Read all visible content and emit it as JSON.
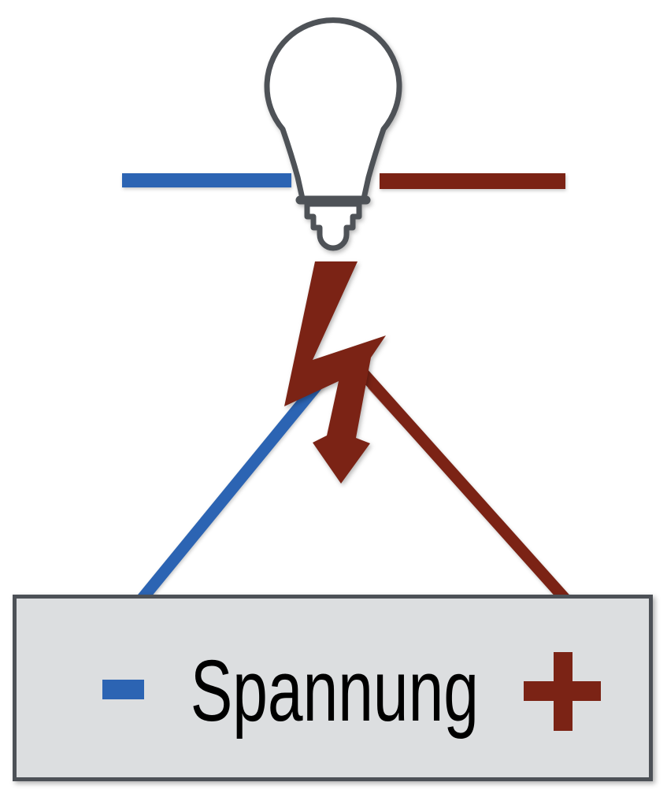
{
  "diagram_title_meaning": "voltage (Spannung) drives current through a lamp between minus and plus poles",
  "voltage_box": {
    "label": "Spannung",
    "minus_symbol": "minus-bar",
    "plus_symbol": "plus-cross"
  },
  "icons": {
    "bulb": "light-bulb-icon",
    "arrow": "high-voltage-down-arrow-icon",
    "minus": "minus-icon",
    "plus": "plus-icon"
  },
  "colors": {
    "negative": "#2c64b3",
    "positive": "#7b2315",
    "bulb_outline": "#4e5257",
    "box_fill": "#dcdee0",
    "box_border": "#4d5157",
    "label_text": "#000000",
    "background": "#ffffff"
  }
}
